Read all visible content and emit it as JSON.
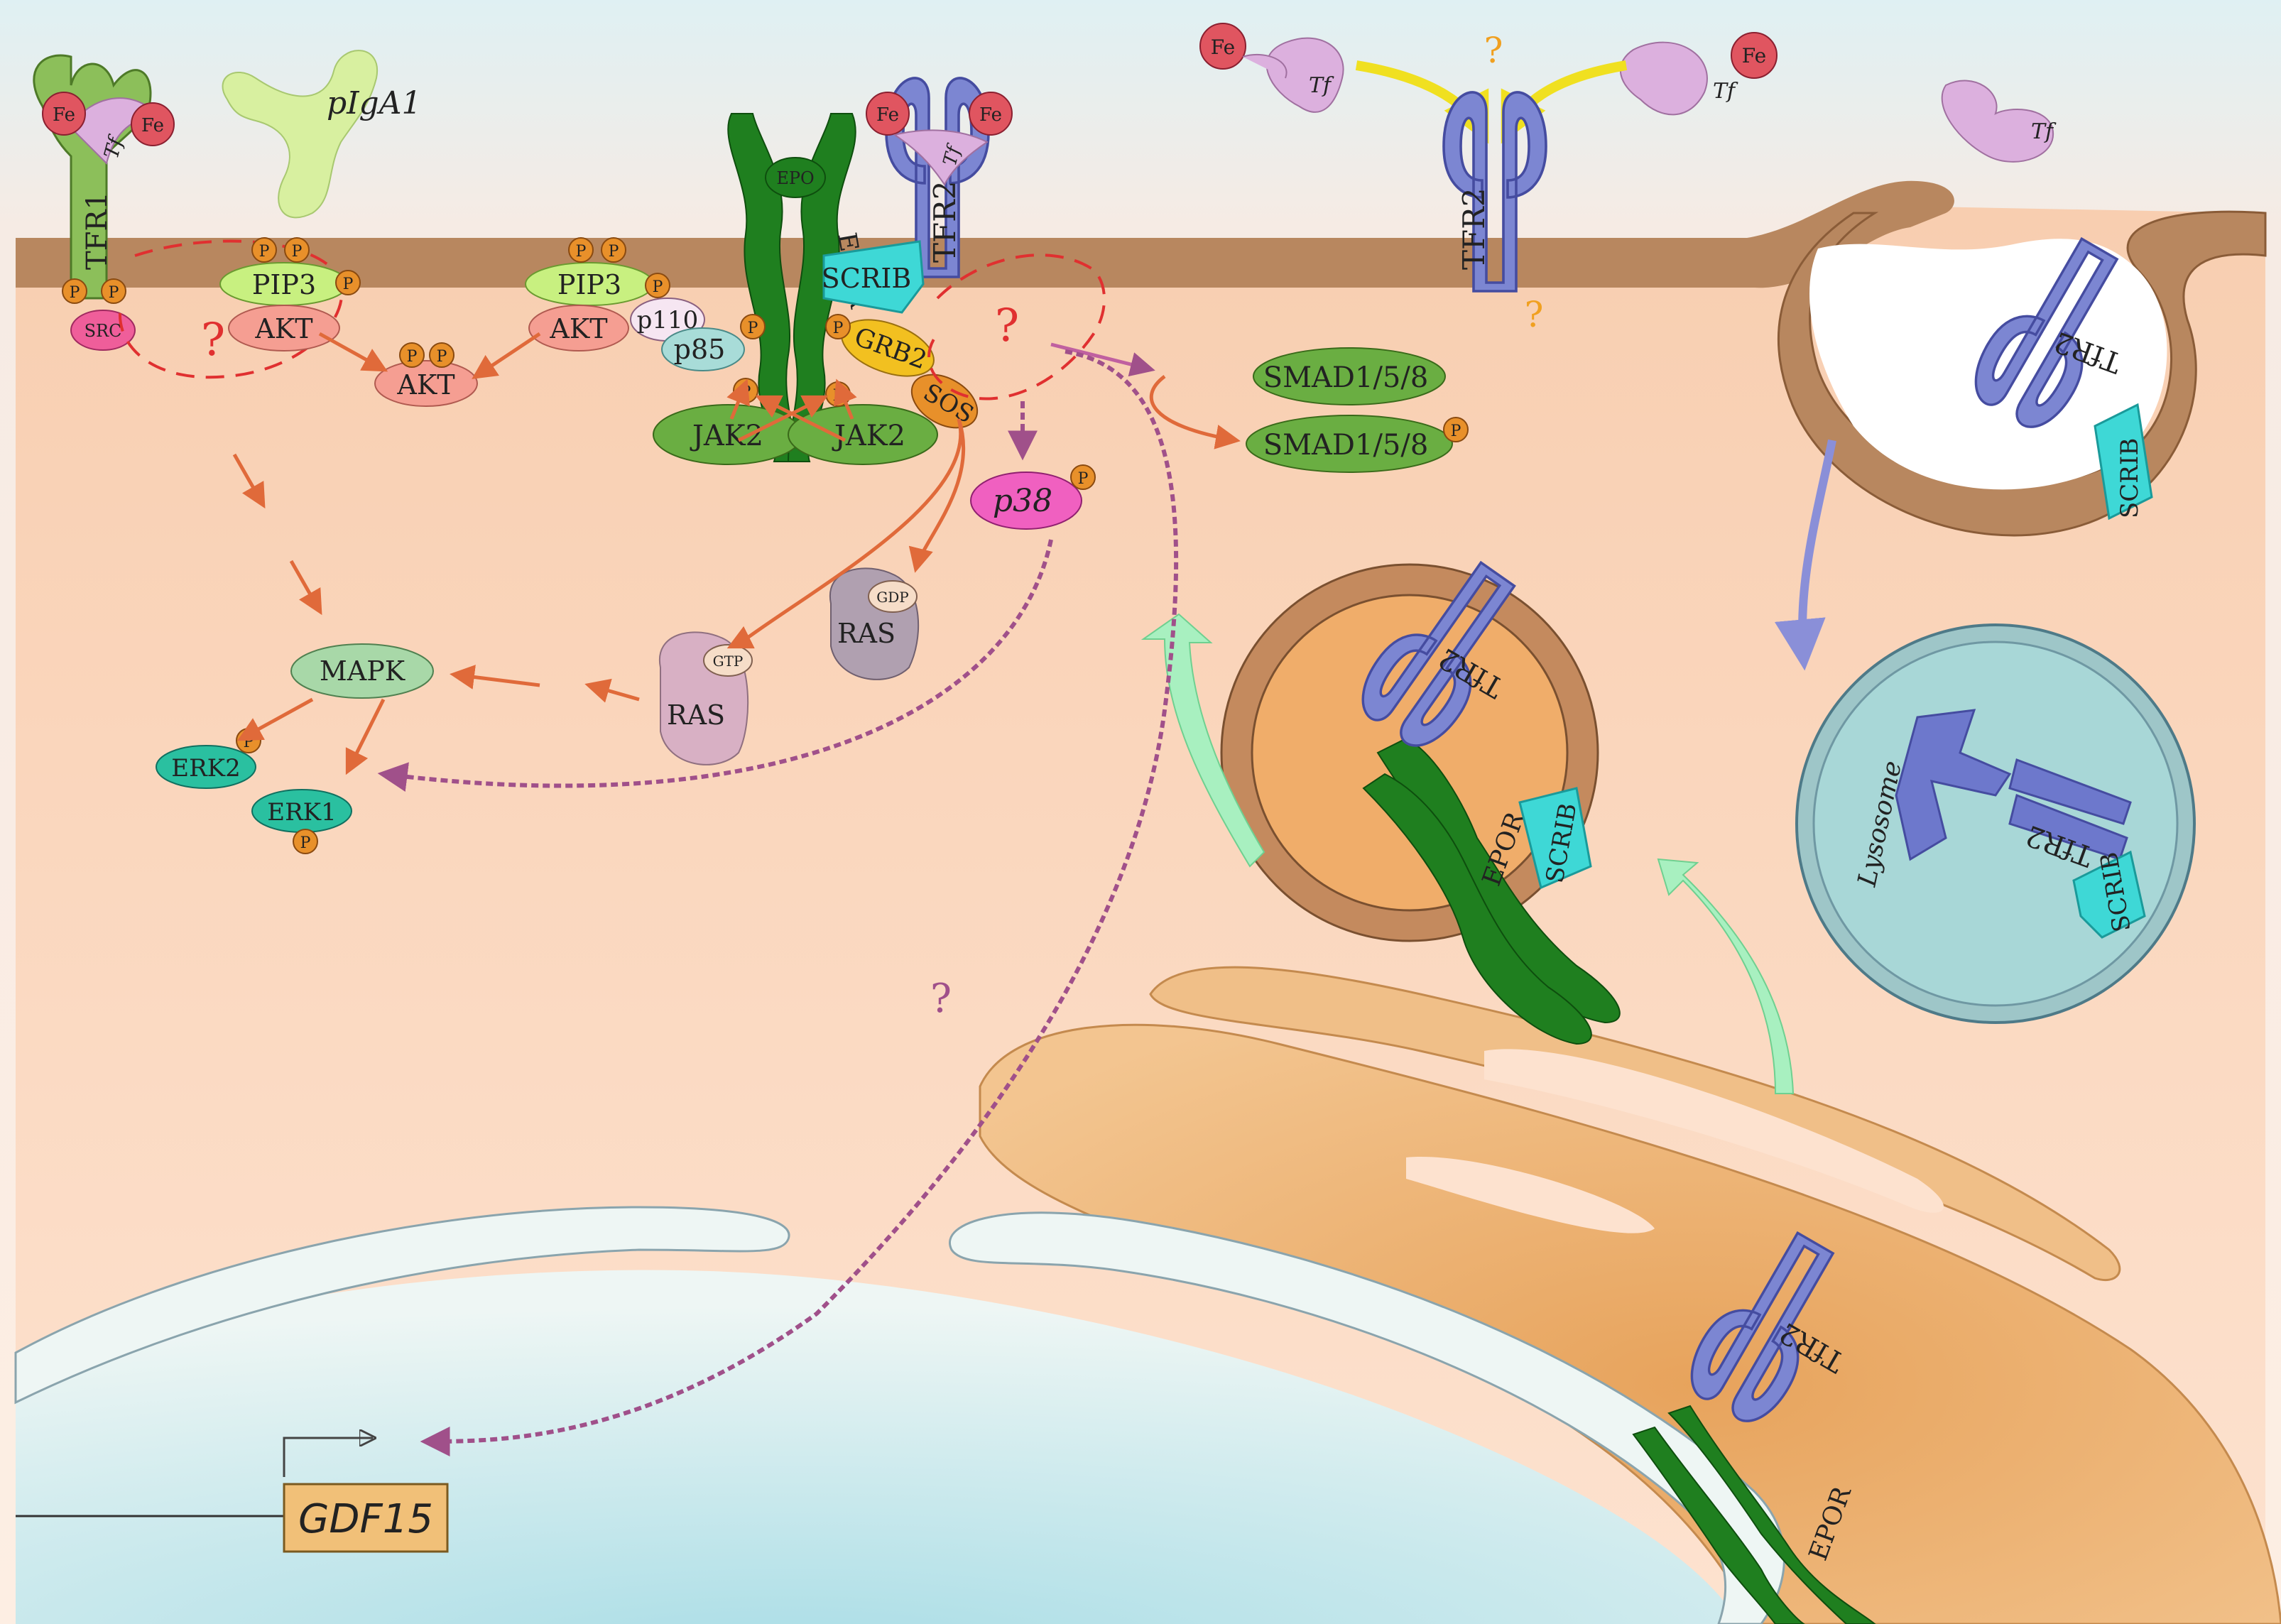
{
  "labels": {
    "fe": "Fe",
    "tf": "Tf",
    "p": "P",
    "q": "?",
    "tfr1": "TFR1",
    "tfr2": "TfR2",
    "tfr2b": "TFR2",
    "pIgA1": "pIgA1",
    "src": "SRC",
    "pip3": "PIP3",
    "akt": "AKT",
    "p110": "p110",
    "p85": "p85",
    "epo": "EPO",
    "epor": "EPOR",
    "scrib": "SCRIB",
    "grb2": "GRB2",
    "sos": "SOS",
    "jak2": "JAK2",
    "smad": "SMAD1/5/8",
    "p38": "p38",
    "ras": "RAS",
    "gtp": "GTP",
    "gdp": "GDP",
    "mapk": "MAPK",
    "erk2": "ERK2",
    "erk1": "ERK1",
    "lysosome": "Lysosome",
    "gdf15": "GDF15"
  },
  "colors": {
    "membrane": "#b8875f",
    "cytoplasm": "#fbd9be",
    "extracellular": "#ddeef0",
    "nucleus": "#c6e4e8",
    "receptor": "#7c86d2",
    "epor": "#1f7f1f",
    "scrib": "#3ed8d6",
    "iron": "#e05560",
    "transferrin": "#dcb0de",
    "phosphate": "#e8902a",
    "pathway_arrow": "#e06a3a",
    "dashed_arrow": "#a0508a",
    "trafficking_arrow": "#9ff0b8",
    "question": "#e03030"
  }
}
